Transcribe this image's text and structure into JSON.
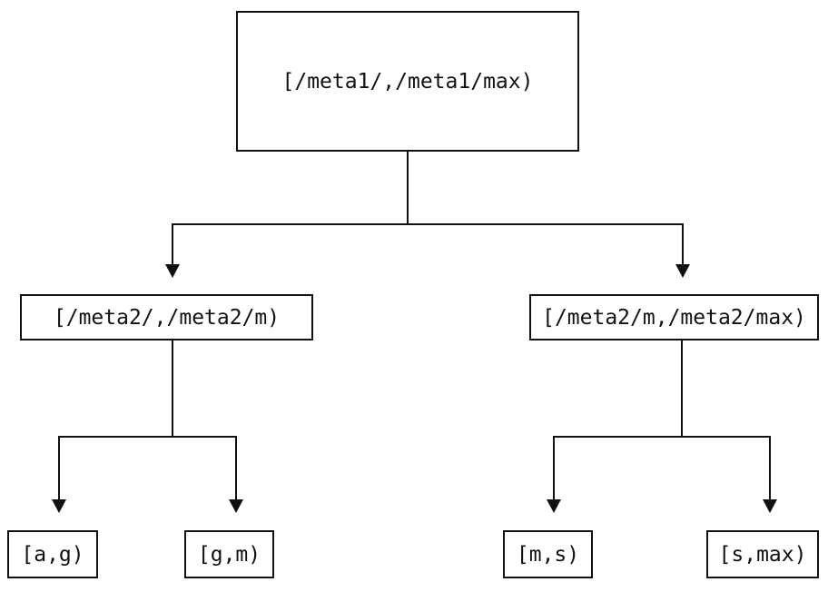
{
  "diagram": {
    "type": "tree",
    "background_color": "#ffffff",
    "line_color": "#111111",
    "text_color": "#111111",
    "nodes": {
      "root": "[/meta1/,/meta1/max)",
      "meta2_low": "[/meta2/,/meta2/m)",
      "meta2_high": "[/meta2/m,/meta2/max)",
      "leaf_ag": "[a,g)",
      "leaf_gm": "[g,m)",
      "leaf_ms": "[m,s)",
      "leaf_smax": "[s,max)"
    },
    "edges": [
      {
        "from": "root",
        "to": "meta2_low",
        "arrow": "down"
      },
      {
        "from": "root",
        "to": "meta2_high",
        "arrow": "down"
      },
      {
        "from": "meta2_low",
        "to": "leaf_ag",
        "arrow": "down"
      },
      {
        "from": "meta2_low",
        "to": "leaf_gm",
        "arrow": "down"
      },
      {
        "from": "meta2_high",
        "to": "leaf_ms",
        "arrow": "down"
      },
      {
        "from": "meta2_high",
        "to": "leaf_smax",
        "arrow": "down"
      }
    ]
  }
}
